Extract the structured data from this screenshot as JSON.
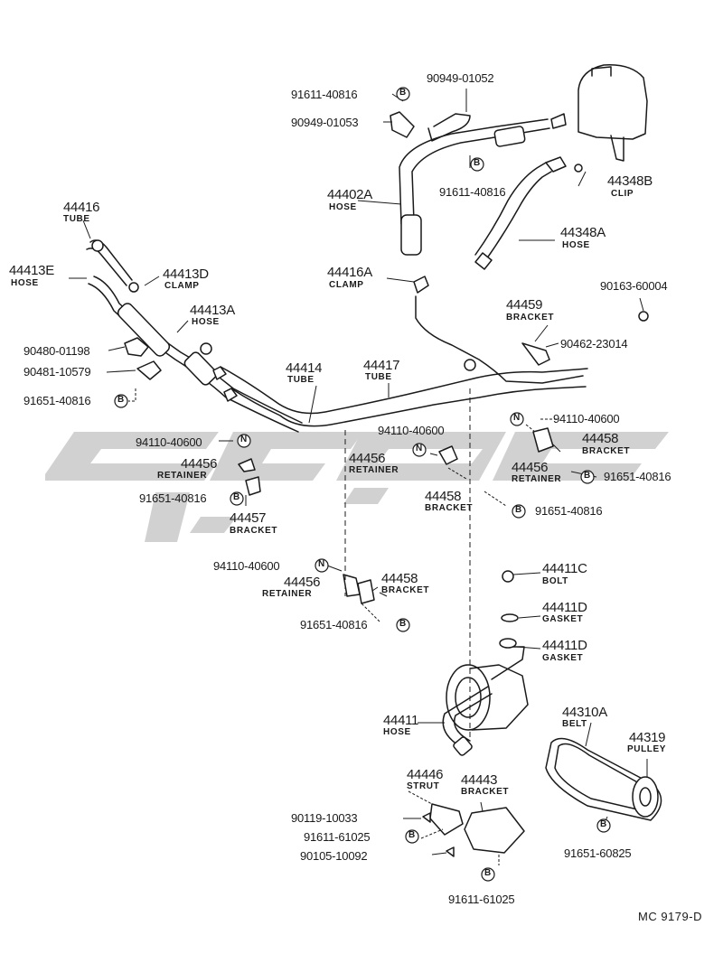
{
  "diagram_code": "MC  9179-D",
  "callouts": {
    "c1": "91611-40816",
    "c2": "90949-01052",
    "c3": "90949-01053",
    "c4": "91611-40816",
    "c5": "44402A",
    "c5b": "HOSE",
    "c6": "44348B",
    "c6b": "CLIP",
    "c7": "44348A",
    "c7b": "HOSE",
    "c8": "44416",
    "c8b": "TUBE",
    "c9": "44413E",
    "c9b": "HOSE",
    "c10": "44413D",
    "c10b": "CLAMP",
    "c11": "44416A",
    "c11b": "CLAMP",
    "c12": "90163-60004",
    "c13": "44413A",
    "c13b": "HOSE",
    "c14": "44459",
    "c14b": "BRACKET",
    "c15": "90480-01198",
    "c16": "90462-23014",
    "c17": "90481-10579",
    "c18": "44414",
    "c18b": "TUBE",
    "c19": "44417",
    "c19b": "TUBE",
    "c20": "91651-40816",
    "c21": "94110-40600",
    "c22": "94110-40600",
    "c23": "94110-40600",
    "c24": "44458",
    "c24b": "BRACKET",
    "c25": "44456",
    "c25b": "RETAINER",
    "c26": "44456",
    "c26b": "RETAINER",
    "c27": "44456",
    "c27b": "RETAINER",
    "c28": "91651-40816",
    "c29": "91651-40816",
    "c30": "44458",
    "c30b": "BRACKET",
    "c31": "91651-40816",
    "c32": "44457",
    "c32b": "BRACKET",
    "c33": "94110-40600",
    "c34": "44456",
    "c34b": "RETAINER",
    "c35": "44458",
    "c35b": "BRACKET",
    "c36": "91651-40816",
    "c37": "44411C",
    "c37b": "BOLT",
    "c38": "44411D",
    "c38b": "GASKET",
    "c39": "44411D",
    "c39b": "GASKET",
    "c40": "44411",
    "c40b": "HOSE",
    "c41": "44310A",
    "c41b": "BELT",
    "c42": "44319",
    "c42b": "PULLEY",
    "c43": "44446",
    "c43b": "STRUT",
    "c44": "44443",
    "c44b": "BRACKET",
    "c45": "90119-10033",
    "c46": "91611-61025",
    "c47": "90105-10092",
    "c48": "91651-60825",
    "c49": "91611-61025"
  },
  "badges": {
    "b": "B",
    "n": "N"
  }
}
